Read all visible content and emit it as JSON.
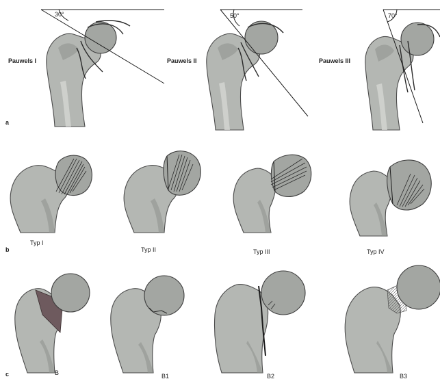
{
  "rows": {
    "a": {
      "panel_letter": "a",
      "items": [
        {
          "label": "Pauwels I",
          "angle": "30°"
        },
        {
          "label": "Pauwels II",
          "angle": "50°"
        },
        {
          "label": "Pauwels III",
          "angle": "70°"
        }
      ]
    },
    "b": {
      "panel_letter": "b",
      "items": [
        {
          "label": "Typ I"
        },
        {
          "label": "Typ II"
        },
        {
          "label": "Typ III"
        },
        {
          "label": "Typ IV"
        }
      ]
    },
    "c": {
      "panel_letter": "c",
      "items": [
        {
          "label": "B"
        },
        {
          "label": "B1"
        },
        {
          "label": "B2"
        },
        {
          "label": "B3"
        }
      ]
    }
  },
  "colors": {
    "bone": "#b4b7b3",
    "head": "#a3a6a2",
    "outline": "#4a4a4a",
    "fracture_dark": "#6e5a5e"
  }
}
